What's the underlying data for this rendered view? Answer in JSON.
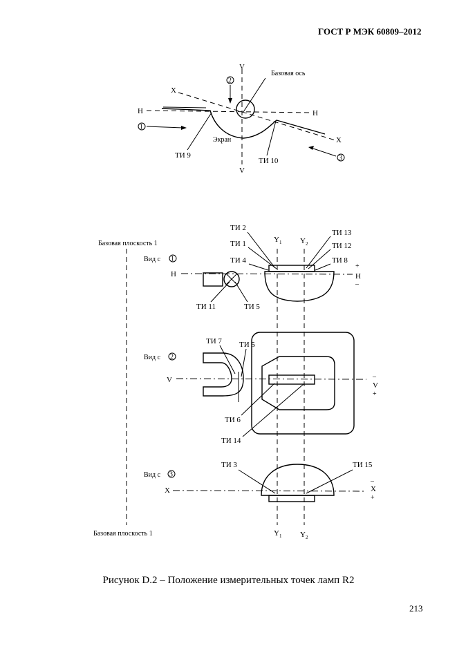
{
  "header": {
    "doc_id": "ГОСТ Р МЭК 60809–2012"
  },
  "caption": "Рисунок D.2 – Положение измерительных точек ламп R2",
  "page_number": "213",
  "top_figure": {
    "base_axis": "Базовая ось",
    "screen": "Экран",
    "axis_v": "V",
    "axis_h": "H",
    "axis_x": "X",
    "ti9": "ТИ 9",
    "ti10": "ТИ 10",
    "dir1": "1",
    "dir2": "2",
    "dir3": "3"
  },
  "bottom_figure": {
    "base_plane": "Базовая плоскость 1",
    "view_prefix": "Вид с",
    "view1": "1",
    "view2": "2",
    "view3": "3",
    "y1": "Y",
    "y2": "Y",
    "sub1": "1",
    "sub2": "2",
    "axis_h": "H",
    "axis_v": "V",
    "axis_x": "X",
    "plus": "+",
    "minus": "–",
    "ti1": "ТИ 1",
    "ti2": "ТИ 2",
    "ti3": "ТИ 3",
    "ti4": "ТИ 4",
    "ti5": "ТИ 5",
    "ti6": "ТИ 6",
    "ti7": "ТИ 7",
    "ti8": "ТИ 8",
    "ti11": "ТИ 11",
    "ti12": "ТИ 12",
    "ti13": "ТИ 13",
    "ti14": "ТИ 14",
    "ti15": "ТИ 15"
  }
}
